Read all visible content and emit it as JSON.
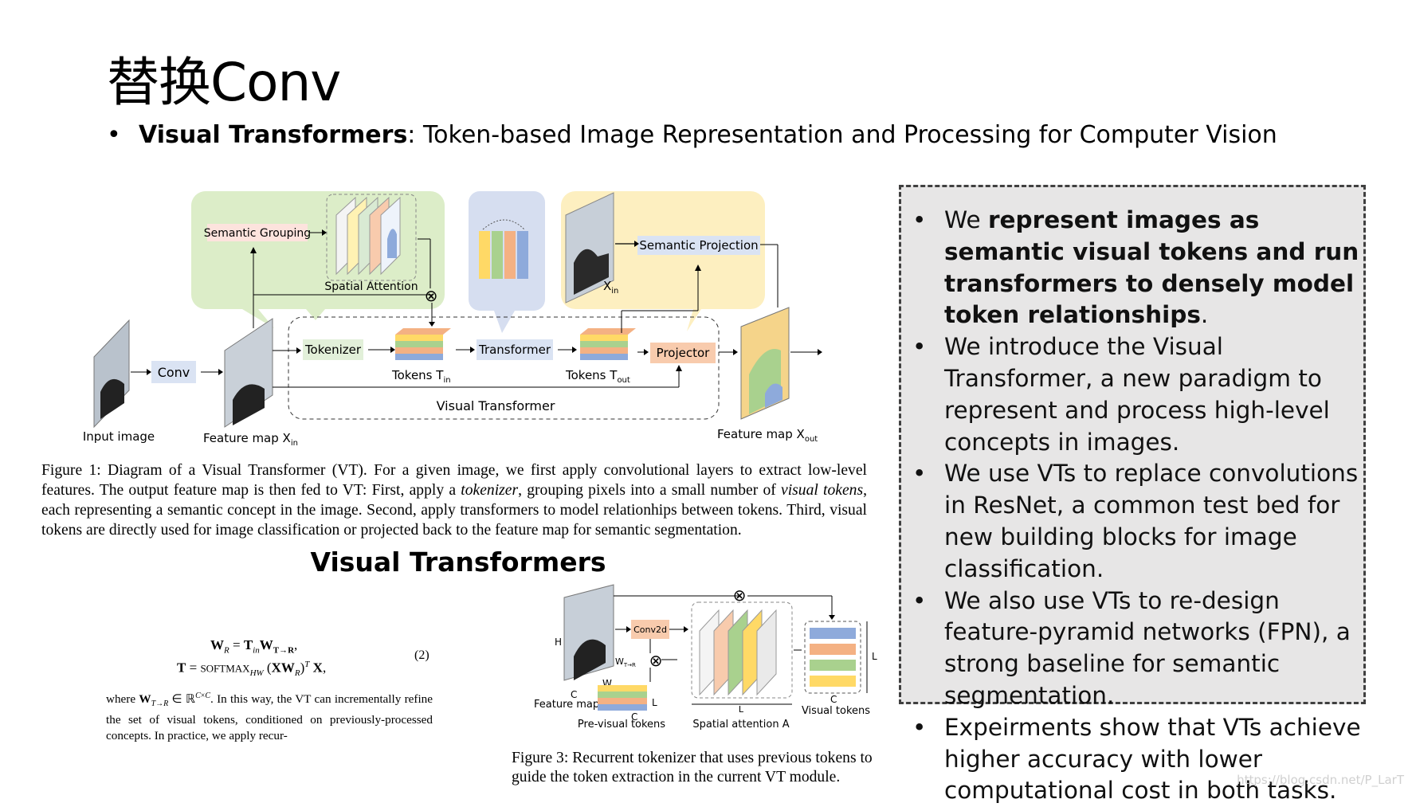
{
  "slide": {
    "title": "替换Conv",
    "subtitle_bold": "Visual Transformers",
    "subtitle_rest": ": Token-based Image Representation and Processing for Computer Vision",
    "bullet_glyph": "•"
  },
  "figure1": {
    "labels": {
      "semantic_grouping": "Semantic Grouping",
      "spatial_attention": "Spatial Attention",
      "semantic_projection": "Semantic Projection",
      "x_in": "X",
      "x_in_sub": "in",
      "conv": "Conv",
      "tokenizer": "Tokenizer",
      "transformer": "Transformer",
      "projector": "Projector",
      "tokens_in": "Tokens T",
      "tokens_in_sub": "in",
      "tokens_out": "Tokens T",
      "tokens_out_sub": "out",
      "visual_transformer": "Visual Transformer",
      "input_image": "Input image",
      "feature_map_in": "Feature map X",
      "feature_map_in_sub": "in",
      "feature_map_out": "Feature map X",
      "feature_map_out_sub": "out"
    },
    "caption_part1": "Figure 1: Diagram of a Visual Transformer (VT). For a given image, we first apply convolutional layers to extract low-level features. The output feature map is then fed to VT: First, apply a ",
    "caption_tokenizer": "tokenizer",
    "caption_part2": ", grouping pixels into a small number of ",
    "caption_visual_tokens": "visual tokens",
    "caption_part3": ", each representing a semantic concept in the image. Second, apply transformers to model relationhips between tokens. Third, visual tokens are directly used for image classification or projected back to the feature map for semantic segmentation."
  },
  "section_heading": "Visual Transformers",
  "equation": {
    "line1": "W_R = T_in W_{T→R},",
    "line2": "T = SOFTMAX_HW (X W_R)^T X,",
    "number": "(2)",
    "paragraph_part1": "where ",
    "paragraph_math": "W_{T→R} ∈ ℝ^{C×C}",
    "paragraph_part2": ". In this way, the VT can incrementally refine the set of visual tokens, conditioned on previously-processed concepts. In practice, we apply recur-"
  },
  "figure3": {
    "labels": {
      "h": "H",
      "w": "W",
      "c": "C",
      "l": "L",
      "conv2d": "Conv2d",
      "w_tr": "W",
      "feature_map_x": "Feature map X",
      "pre_visual_tokens": "Pre-visual tokens",
      "spatial_attention_a": "Spatial attention A",
      "visual_tokens": "Visual tokens"
    },
    "caption": "Figure 3: Recurrent tokenizer that uses previous tokens to guide the token extraction in the current VT module."
  },
  "panel": {
    "items": [
      {
        "pre": "We ",
        "bold": "represent images as semantic visual tokens and run transformers to densely model token relationships",
        "post": "."
      },
      {
        "pre": "We introduce the Visual Transformer, a new paradigm to represent and process high-level concepts in images.",
        "bold": "",
        "post": ""
      },
      {
        "pre": "We use VTs to replace convolutions in ResNet, a common test bed for new building blocks for image classification.",
        "bold": "",
        "post": ""
      },
      {
        "pre": "We also use VTs to re-design feature-pyramid networks (FPN), a strong baseline for semantic segmentation.",
        "bold": "",
        "post": ""
      },
      {
        "pre": "Expeirments show that VTs achieve higher accuracy with lower computational cost in both tasks.",
        "bold": "",
        "post": ""
      }
    ]
  },
  "watermark": "https://blog.csdn.net/P_LarT",
  "colors": {
    "green_region": "#dcedc8",
    "blue_region": "#d6def0",
    "yellow_region": "#fdefc0",
    "label_pink": "#fde3dd",
    "label_green": "#e2f0d9",
    "label_blue": "#dae3f3",
    "label_orange": "#f8cbad",
    "token_blue": "#8eaadb",
    "token_orange": "#f4b183",
    "token_green": "#a9d18e",
    "token_yellow": "#ffd966",
    "panel_bg": "#e7e6e6"
  }
}
